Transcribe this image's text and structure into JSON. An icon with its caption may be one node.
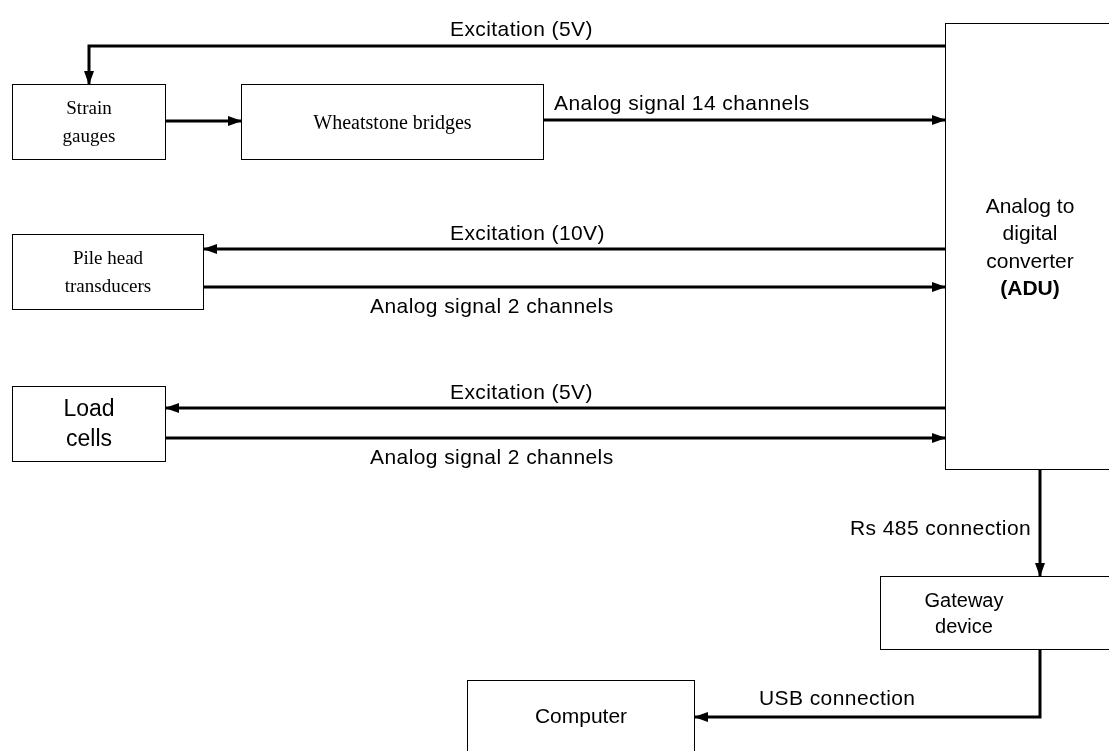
{
  "diagram": {
    "nodes": [
      {
        "text": [
          "Strain gauges"
        ]
      },
      {
        "text": [
          "Wheatstone bridges"
        ]
      },
      {
        "text": [
          "Pile head transducers"
        ]
      },
      {
        "text": [
          "Load cells"
        ]
      },
      {
        "text": [
          "Analog to digital converter **(ADU)**"
        ]
      },
      {
        "text": [
          "Gateway device"
        ]
      },
      {
        "text": [
          "Computer"
        ]
      }
    ],
    "edges": [
      {
        "from": 4,
        "to": 0,
        "arrow": "to",
        "label": "Excitation (5V)"
      },
      {
        "from": 0,
        "to": 1,
        "arrow": "to"
      },
      {
        "from": 1,
        "to": 4,
        "arrow": "to",
        "label": "Analog signal 14 channels"
      },
      {
        "from": 4,
        "to": 2,
        "arrow": "to",
        "label": "Excitation (10V)"
      },
      {
        "from": 2,
        "to": 4,
        "arrow": "to",
        "label": "Analog signal 2 channels"
      },
      {
        "from": 4,
        "to": 3,
        "arrow": "to",
        "label": "Excitation (5V)"
      },
      {
        "from": 3,
        "to": 4,
        "arrow": "to",
        "label": "Analog signal 2 channels"
      },
      {
        "from": 4,
        "to": 5,
        "arrow": "to",
        "label": "Rs 485 connection"
      },
      {
        "from": 5,
        "to": 6,
        "arrow": "to",
        "label": "USB connection"
      }
    ]
  }
}
